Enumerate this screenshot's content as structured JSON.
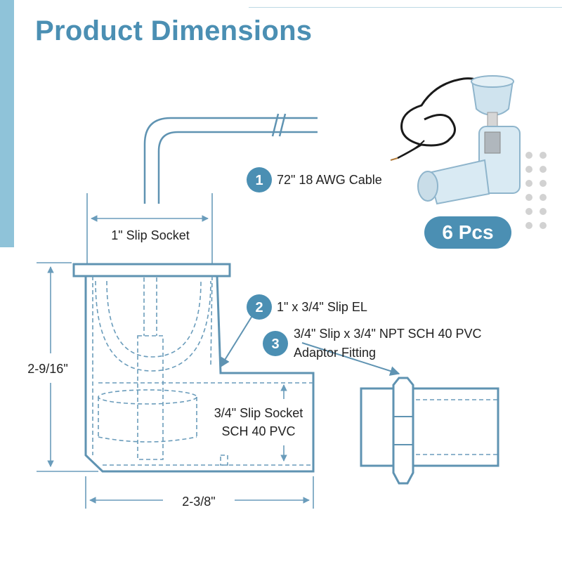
{
  "title": "Product Dimensions",
  "labels": {
    "slip_socket_1": "1\" Slip Socket",
    "height": "2-9/16\"",
    "width": "2-3/8\"",
    "slip_socket_34_line1": "3/4\" Slip Socket",
    "slip_socket_34_line2": "SCH 40 PVC"
  },
  "callouts": [
    {
      "number": "1",
      "text": "72\" 18 AWG Cable"
    },
    {
      "number": "2",
      "text": "1\" x 3/4\" Slip EL"
    },
    {
      "number": "3",
      "text_line1": "3/4\" Slip x 3/4\" NPT SCH 40 PVC",
      "text_line2": "Adaptor Fitting"
    }
  ],
  "quantity_badge": "6 Pcs",
  "colors": {
    "accent": "#4b8fb3",
    "outline": "#5f93b2",
    "side_bar": "#8fc3d9"
  }
}
